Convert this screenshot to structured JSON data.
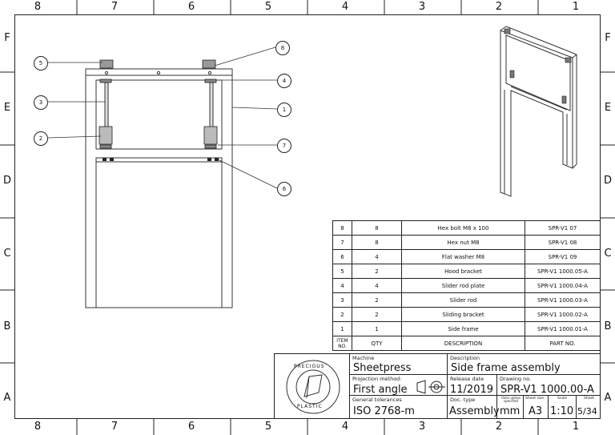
{
  "border": {
    "columns": [
      "8",
      "7",
      "6",
      "5",
      "4",
      "3",
      "2",
      "1"
    ],
    "rows": [
      "F",
      "E",
      "D",
      "C",
      "B",
      "A"
    ]
  },
  "balloons": [
    "8",
    "1",
    "4",
    "3",
    "2",
    "7",
    "6",
    "5"
  ],
  "bom": {
    "headers": {
      "item": "ITEM NO.",
      "qty": "QTY",
      "description": "DESCRIPTION",
      "part": "PART NO."
    },
    "rows": [
      {
        "item": "8",
        "qty": "8",
        "description": "Hex bolt M8 x 100",
        "part": "SPR-V1 07"
      },
      {
        "item": "7",
        "qty": "8",
        "description": "Hex nut M8",
        "part": "SPR-V1 08"
      },
      {
        "item": "6",
        "qty": "4",
        "description": "Flat washer M8",
        "part": "SPR-V1 09"
      },
      {
        "item": "5",
        "qty": "2",
        "description": "Hood bracket",
        "part": "SPR-V1 1000.05-A"
      },
      {
        "item": "4",
        "qty": "4",
        "description": "Slider rod plate",
        "part": "SPR-V1 1000.04-A"
      },
      {
        "item": "3",
        "qty": "2",
        "description": "Slider rod",
        "part": "SPR-V1 1000.03-A"
      },
      {
        "item": "2",
        "qty": "2",
        "description": "Sliding bracket",
        "part": "SPR-V1 1000.02-A"
      },
      {
        "item": "1",
        "qty": "1",
        "description": "Side frame",
        "part": "SPR-V1 1000.01-A"
      }
    ]
  },
  "title_block": {
    "logo_text_top": "PRECIOUS",
    "logo_text_bottom": "PLASTIC",
    "machine_label": "Machine",
    "machine": "Sheetpress",
    "description_label": "Description",
    "description": "Side frame assembly",
    "projection_label": "Projection method:",
    "projection": "First angle",
    "release_label": "Release date",
    "release": "11/2019",
    "drawing_no_label": "Drawing no.",
    "drawing_no": "SPR-V1 1000.00-A",
    "tolerances_label": "General tolerances",
    "tolerances": "ISO 2768-m",
    "doc_type_label": "Doc. type",
    "doc_type": "Assembly",
    "units_label": "Units unless specified",
    "units": "mm",
    "sheet_size_label": "Sheet size",
    "sheet_size": "A3",
    "scale_label": "Scale",
    "scale": "1:10",
    "sheet_label": "Sheet",
    "sheet": "5/34"
  }
}
